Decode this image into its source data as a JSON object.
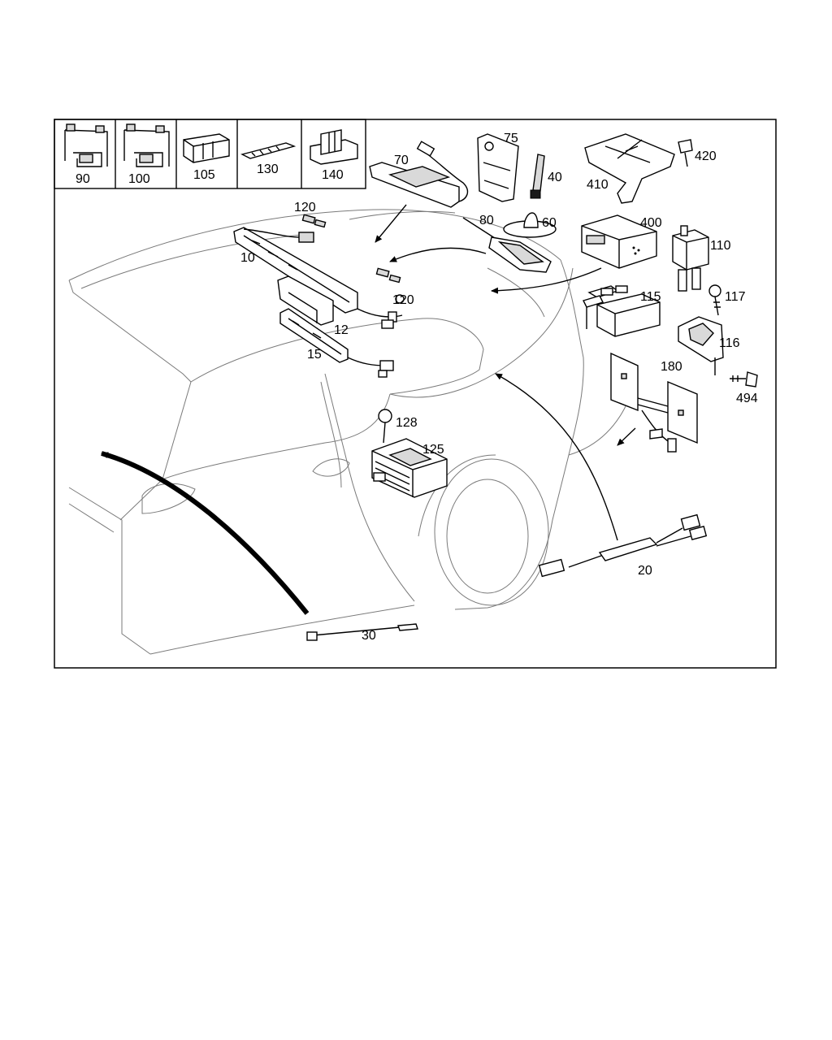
{
  "parts_diagram": {
    "thumbnail_labels": [
      "90",
      "100",
      "105",
      "130",
      "140"
    ],
    "part_labels": {
      "p10": "10",
      "p12": "12",
      "p15": "15",
      "p20": "20",
      "p30": "30",
      "p40": "40",
      "p60": "60",
      "p70": "70",
      "p75": "75",
      "p80": "80",
      "p110": "110",
      "p115": "115",
      "p116": "116",
      "p117": "117",
      "p120a": "120",
      "p120b": "120",
      "p125": "125",
      "p128": "128",
      "p180": "180",
      "p400": "400",
      "p410": "410",
      "p420": "420",
      "p494": "494"
    }
  }
}
